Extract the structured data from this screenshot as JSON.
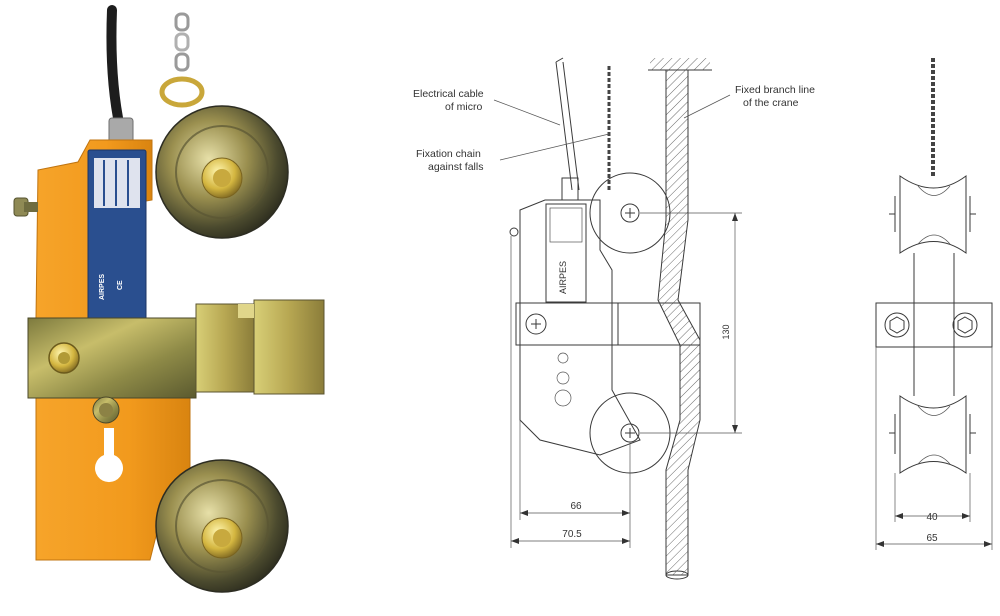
{
  "labels": {
    "cable_line1": "Electrical cable",
    "cable_line2": "of micro",
    "chain_line1": "Fixation chain",
    "chain_line2": "against falls",
    "branch_line1": "Fixed branch line",
    "branch_line2": "of the crane"
  },
  "dimensions": {
    "height": "130",
    "wheel_offset": "66",
    "total_depth": "70.5",
    "wheel_width": "40",
    "total_width": "65"
  },
  "nameplate": {
    "brand": "AIRPES",
    "mark": "CE"
  },
  "colors": {
    "body_orange": "#f29a1d",
    "zinc_yellow": "#c9b44a",
    "drawing_line": "#3a3a3a",
    "plate_blue": "#2a4f8f"
  }
}
